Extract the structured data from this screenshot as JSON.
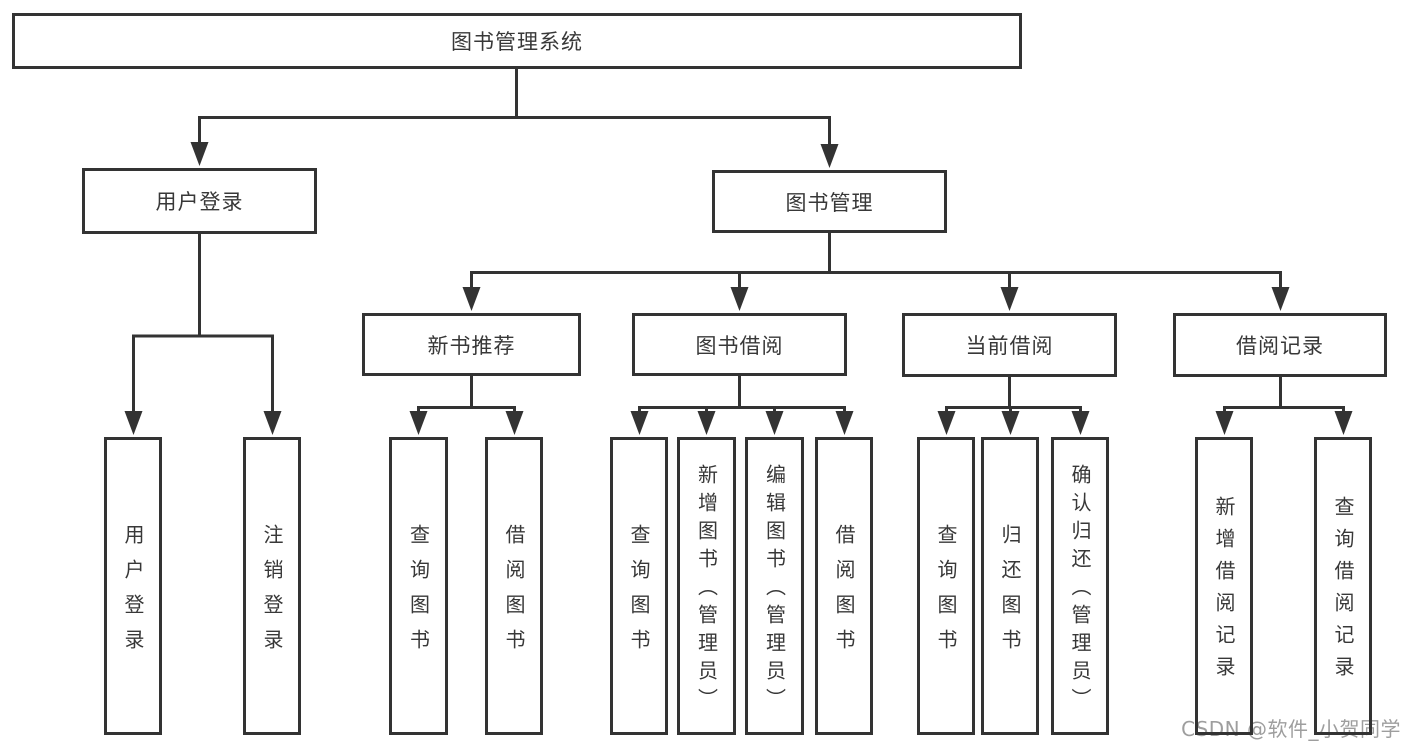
{
  "diagram_title": "图书管理系统",
  "colors": {
    "background": "#ffffff",
    "line": "#333333",
    "box_border": "#333333",
    "text": "#383838",
    "watermark": "#9e9e9e"
  },
  "nodes": {
    "root": "图书管理系统",
    "level2": {
      "user_login": "用户登录",
      "book_management": "图书管理"
    },
    "level3": {
      "new_book_recommend": "新书推荐",
      "book_borrowing": "图书借阅",
      "current_borrowing": "当前借阅",
      "borrowing_records": "借阅记录"
    },
    "leaves": {
      "user_login": "用户登录",
      "logout": "注销登录",
      "recommend_query": "查询图书",
      "recommend_borrow": "借阅图书",
      "borrowing_query": "查询图书",
      "borrowing_add_admin": "新增图书（管理员）",
      "borrowing_edit_admin": "编辑图书（管理员）",
      "borrowing_borrow": "借阅图书",
      "current_query": "查询图书",
      "current_return": "归还图书",
      "current_confirm_admin": "确认归还（管理员）",
      "records_add": "新增借阅记录",
      "records_query": "查询借阅记录"
    }
  },
  "hierarchy": [
    {
      "parent": "图书管理系统",
      "children": [
        "用户登录",
        "图书管理"
      ]
    },
    {
      "parent": "用户登录",
      "children": [
        "用户登录",
        "注销登录"
      ]
    },
    {
      "parent": "图书管理",
      "children": [
        "新书推荐",
        "图书借阅",
        "当前借阅",
        "借阅记录"
      ]
    },
    {
      "parent": "新书推荐",
      "children": [
        "查询图书",
        "借阅图书"
      ]
    },
    {
      "parent": "图书借阅",
      "children": [
        "查询图书",
        "新增图书（管理员）",
        "编辑图书（管理员）",
        "借阅图书"
      ]
    },
    {
      "parent": "当前借阅",
      "children": [
        "查询图书",
        "归还图书",
        "确认归还（管理员）"
      ]
    },
    {
      "parent": "借阅记录",
      "children": [
        "新增借阅记录",
        "查询借阅记录"
      ]
    }
  ],
  "watermark": {
    "text": "CSDN @软件_小贺同学"
  }
}
